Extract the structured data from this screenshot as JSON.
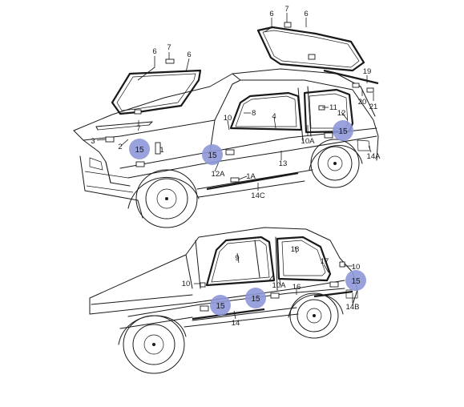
{
  "callouts": {
    "c1": "6",
    "c2": "7",
    "c3": "6",
    "c4": "6",
    "c5": "7",
    "c6": "6",
    "c7": "19",
    "c8": "20",
    "c9": "21",
    "c10": "11",
    "c11": "12",
    "c12": "8",
    "c13": "4",
    "c14": "10",
    "c15": "10A",
    "c16": "14A",
    "c17": "13",
    "c18": "3",
    "c19": "2",
    "c20": "1",
    "c21": "7",
    "c22": "12A",
    "c23": "1A",
    "c24": "14C",
    "c25": "9",
    "c26": "18",
    "c27": "17",
    "c28": "10",
    "c29": "10",
    "c30": "10A",
    "c31": "16",
    "c32": "14B",
    "c33": "14"
  },
  "highlights": {
    "h1": "15",
    "h2": "15",
    "h3": "15",
    "h4": "15",
    "h5": "15",
    "h6": "15"
  },
  "colors": {
    "highlight": "#8e98d8",
    "line": "#1a1a1a"
  }
}
